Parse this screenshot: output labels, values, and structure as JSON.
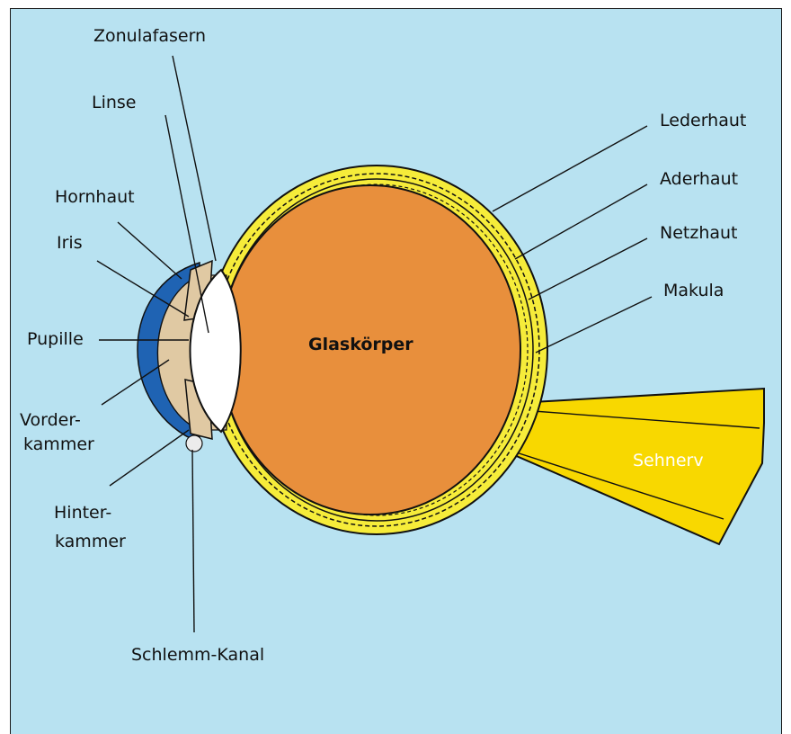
{
  "labels": {
    "zonulafasern": "Zonulafasern",
    "linse": "Linse",
    "hornhaut": "Hornhaut",
    "iris": "Iris",
    "pupille": "Pupille",
    "vorderkammer_1": "Vorder-",
    "vorderkammer_2": "kammer",
    "hinterkammer_1": "Hinter-",
    "hinterkammer_2": "kammer",
    "schlemm_kanal": "Schlemm-Kanal",
    "lederhaut": "Lederhaut",
    "aderhaut": "Aderhaut",
    "netzhaut": "Netzhaut",
    "makula": "Makula",
    "glaskoerper": "Glaskörper",
    "sehnerv": "Sehnerv"
  },
  "colors": {
    "background": "#b8e2f1",
    "vitreous": "#e88f3c",
    "sclera_band": "#f6ec3a",
    "optic_nerve": "#f8d800",
    "cornea": "#1f63b3",
    "anterior_chamber": "#e0c9a3",
    "lens": "#ffffff",
    "outline": "#111111"
  }
}
